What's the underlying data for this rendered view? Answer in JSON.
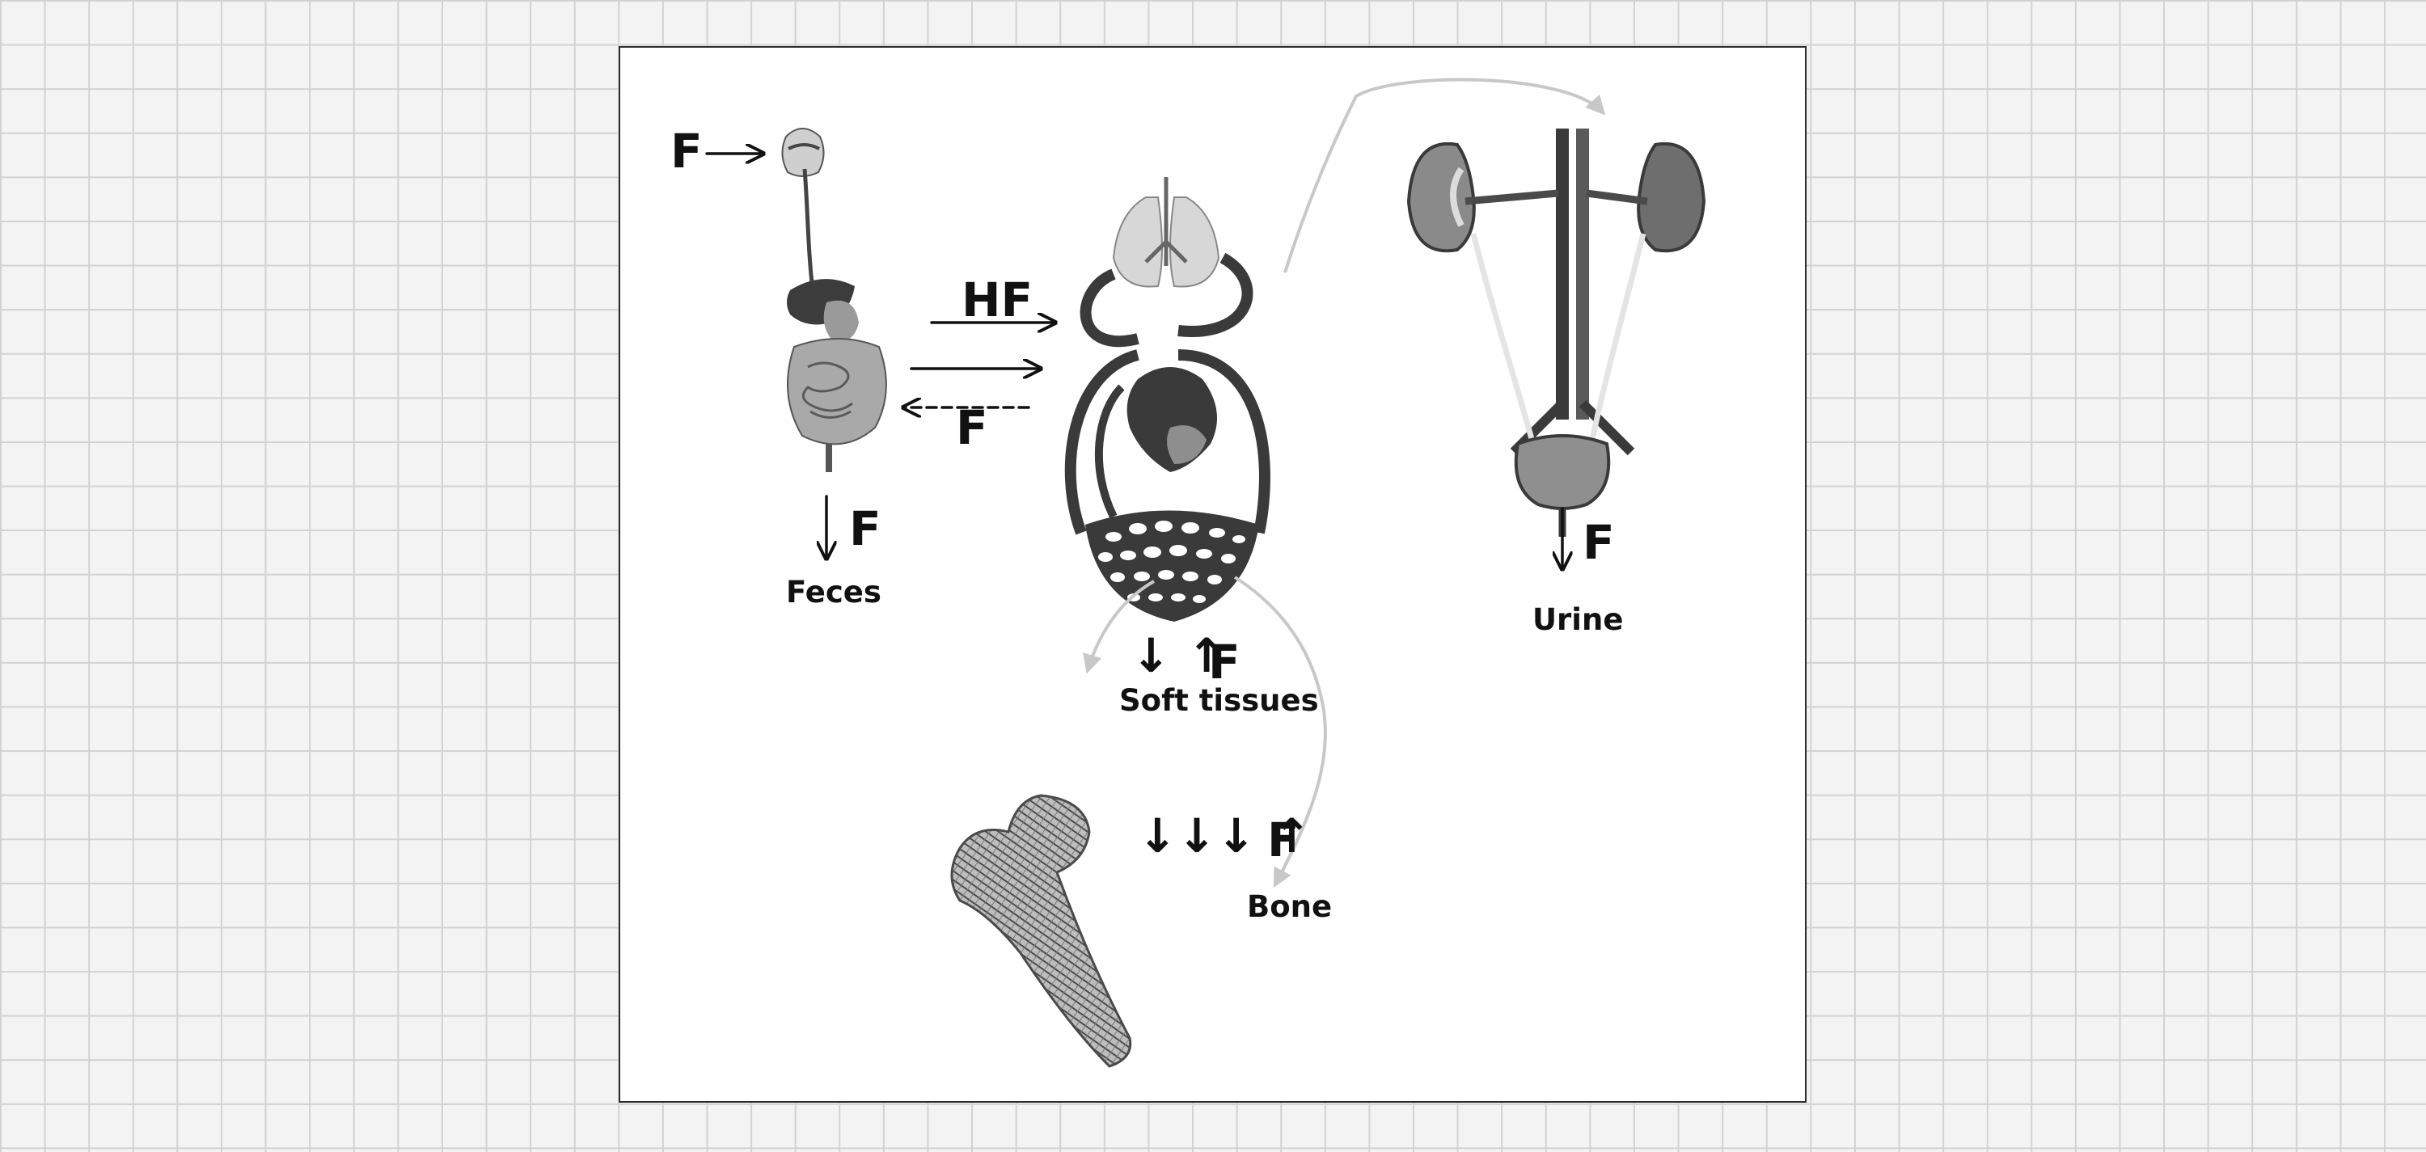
{
  "labels": {
    "intake_f": "F",
    "hf": "HF",
    "reverse_f": "F",
    "feces_f": "F",
    "feces": "Feces",
    "urine_f": "F",
    "urine": "Urine",
    "soft_arrows": "↓ ↑",
    "soft_f": "F",
    "soft_tissues": "Soft tissues",
    "bone_arrows": "↓↓↓ ↑",
    "bone_f": "F",
    "bone": "Bone"
  },
  "colors": {
    "ink": "#111111",
    "flow_arrow": "#c8c8c8",
    "organ_dark": "#3a3a3a",
    "organ_mid": "#8a8a8a",
    "organ_light": "#cfcfcf"
  }
}
